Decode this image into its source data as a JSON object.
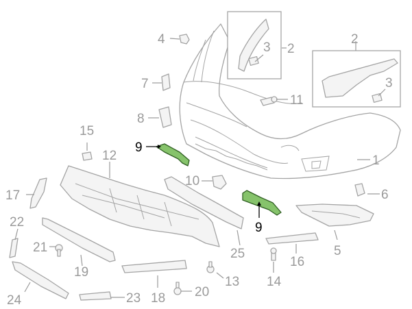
{
  "diagram": {
    "callouts": {
      "c1": "1",
      "c2a": "2",
      "c2b": "2",
      "c3a": "3",
      "c3b": "3",
      "c4": "4",
      "c5": "5",
      "c6": "6",
      "c7": "7",
      "c8": "8",
      "c9a": "9",
      "c9b": "9",
      "c10": "10",
      "c11": "11",
      "c12": "12",
      "c13": "13",
      "c14": "14",
      "c15": "15",
      "c16": "16",
      "c17": "17",
      "c18": "18",
      "c19": "19",
      "c20": "20",
      "c21": "21",
      "c22": "22",
      "c23": "23",
      "c24": "24",
      "c25": "25"
    },
    "highlight_color": "#86c36b",
    "line_color": "#a3a3a3"
  }
}
